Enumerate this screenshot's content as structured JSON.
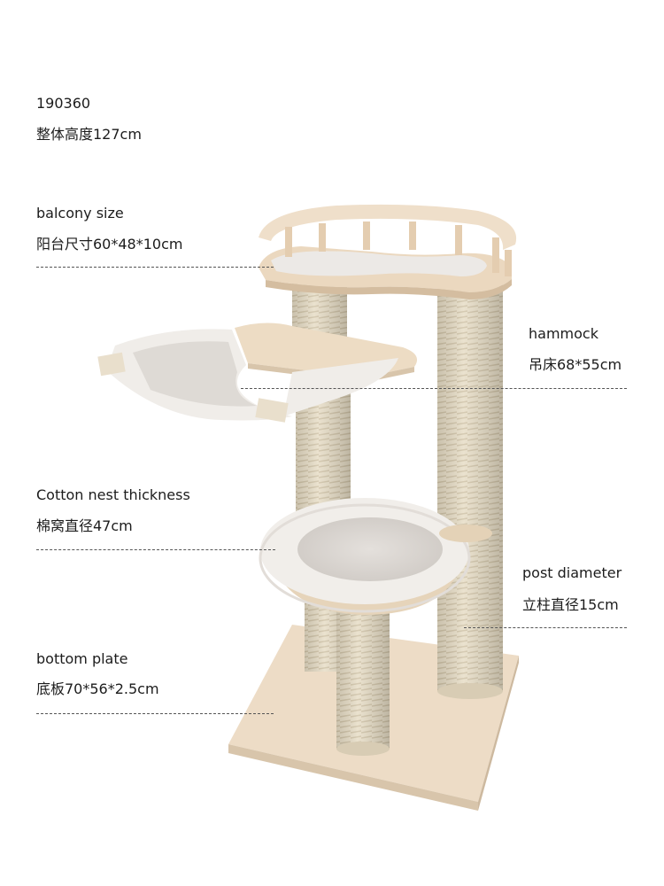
{
  "product": {
    "code": "190360",
    "overall_height": "整体高度127cm"
  },
  "annotations": {
    "balcony": {
      "title": "balcony size",
      "value": "阳台尺寸60*48*10cm"
    },
    "hammock": {
      "title": "hammock",
      "value": "吊床68*55cm"
    },
    "nest": {
      "title": "Cotton nest thickness",
      "value": "棉窝直径47cm"
    },
    "post": {
      "title": "post diameter",
      "value": "立柱直径15cm"
    },
    "bottom": {
      "title": "bottom plate",
      "value": "底板70*56*2.5cm"
    }
  },
  "colors": {
    "wood": "#ead9c2",
    "sisal": "#e6dcc4",
    "plush": "#eeebe8",
    "dash_line": "#555555"
  }
}
